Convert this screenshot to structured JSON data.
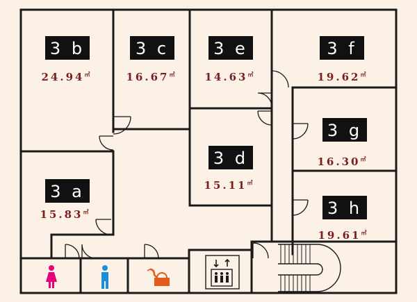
{
  "floor_plan": {
    "colors": {
      "background": "#fbf1e7",
      "wall": "#1a1a1a",
      "label_bg": "#111111",
      "label_fg": "#ffffff",
      "area_text": "#7a1e1e",
      "women_icon": "#e6007e",
      "men_icon": "#1b8fd6",
      "kitchen_icon": "#e25a1c"
    },
    "rooms": [
      {
        "id": "3b",
        "label": "3 b",
        "area": "24.94",
        "unit": "㎡"
      },
      {
        "id": "3c",
        "label": "3 c",
        "area": "16.67",
        "unit": "㎡"
      },
      {
        "id": "3e",
        "label": "3 e",
        "area": "14.63",
        "unit": "㎡"
      },
      {
        "id": "3f",
        "label": "3 f",
        "area": "19.62",
        "unit": "㎡"
      },
      {
        "id": "3g",
        "label": "3 g",
        "area": "16.30",
        "unit": "㎡"
      },
      {
        "id": "3d",
        "label": "3 d",
        "area": "15.11",
        "unit": "㎡"
      },
      {
        "id": "3a",
        "label": "3 a",
        "area": "15.83",
        "unit": "㎡"
      },
      {
        "id": "3h",
        "label": "3 h",
        "area": "19.61",
        "unit": "㎡"
      }
    ],
    "facilities": [
      {
        "id": "womens-restroom",
        "icon": "woman-icon"
      },
      {
        "id": "mens-restroom",
        "icon": "man-icon"
      },
      {
        "id": "kitchenette",
        "icon": "kettle-icon"
      },
      {
        "id": "elevator",
        "icon": "elevator-icon"
      },
      {
        "id": "stairs",
        "icon": "stairs-icon"
      }
    ]
  }
}
